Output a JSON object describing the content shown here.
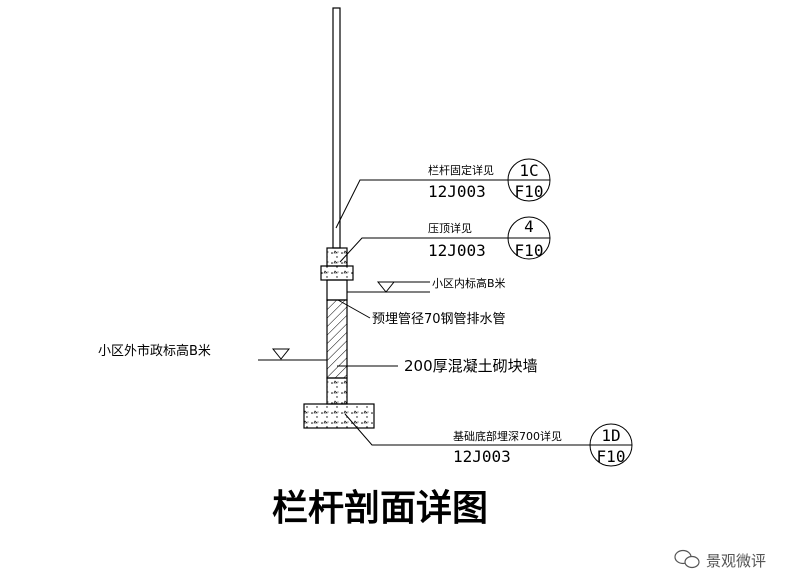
{
  "title": "栏杆剖面详图",
  "watermark": "景观微评",
  "colors": {
    "line": "#000000",
    "hatch": "#000000",
    "watermark": "#555555"
  },
  "callouts": {
    "railing_fix": {
      "text": "栏杆固定详见",
      "ref": "12J003",
      "symbol_top": "1C",
      "symbol_bottom": "F10"
    },
    "coping": {
      "text": "压顶详见",
      "ref": "12J003",
      "symbol_top": "4",
      "symbol_bottom": "F10"
    },
    "inner_level": {
      "text": "小区内标高B米"
    },
    "drain_pipe": {
      "text": "预埋管径70钢管排水管"
    },
    "wall": {
      "text": "200厚混凝土砌块墙"
    },
    "outer_level": {
      "text": "小区外市政标高B米"
    },
    "foundation": {
      "text": "基础底部埋深700详见",
      "ref": "12J003",
      "symbol_top": "1D",
      "symbol_bottom": "F10"
    }
  }
}
